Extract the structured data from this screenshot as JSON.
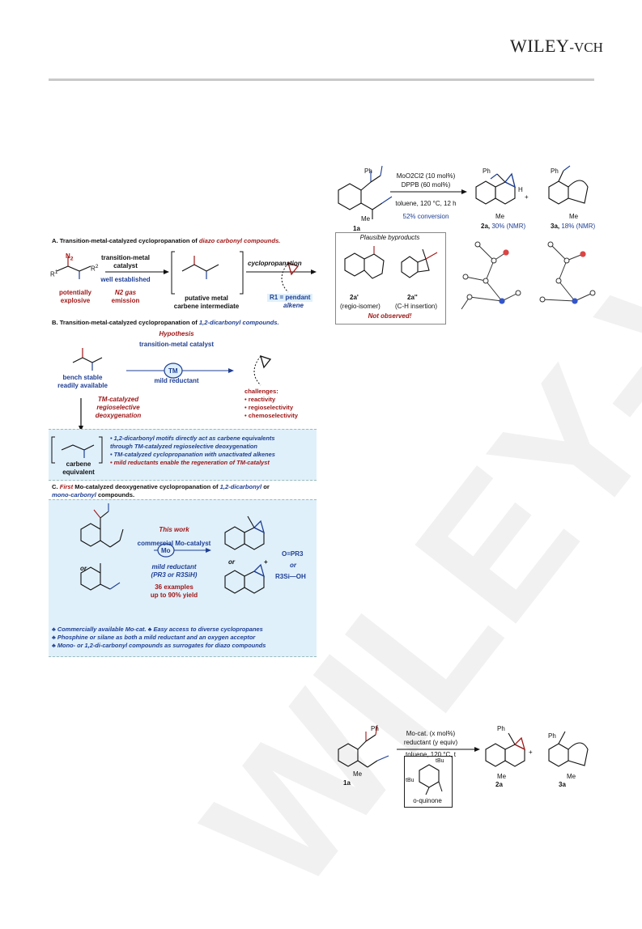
{
  "header": {
    "publisher_main": "WILEY",
    "publisher_sub": "-VCH"
  },
  "watermark": {
    "text": "WILEY-VCH"
  },
  "top_scheme": {
    "conditions_line1": "MoO2Cl2 (10 mol%)",
    "conditions_line2": "DPPB (60 mol%)",
    "conditions_line3": "toluene, 120 °C, 12 h",
    "conversion": "52% conversion",
    "sm_label": "1a",
    "sm_ph": "Ph",
    "sm_me": "Me",
    "prod2_label": "2a,",
    "prod2_yield": "30% (NMR)",
    "prod3_label": "3a,",
    "prod3_yield": "18% (NMR)",
    "plus": "+",
    "byproducts_title": "Plausible byproducts",
    "bp1_label": "2a'",
    "bp1_desc": "(regio-isomer)",
    "bp2_label": "2a''",
    "bp2_desc": "(C-H insertion)",
    "not_observed": "Not observed!"
  },
  "panel_a": {
    "head_prefix": "A. Transition-metal-catalyzed cyclopropanation of ",
    "head_em": "diazo carbonyl compounds.",
    "catalyst_line1": "transition-metal",
    "catalyst_line2": "catalyst",
    "well_established": "well established",
    "n2_emission_line1": "N2 gas",
    "n2_emission_line2": "emission",
    "hazard_line1": "potentially",
    "hazard_line2": "explosive",
    "intermediate_line1": "putative metal",
    "intermediate_line2": "carbene intermediate",
    "cyclopropanation": "cyclopropanation",
    "r1_note_line1": "R1 = pendant",
    "r1_note_line2": "alkene"
  },
  "panel_b": {
    "head_prefix": "B. Transition-metal-catalyzed cyclopropanation of ",
    "head_em": "1,2-dicarbonyl compounds.",
    "hypothesis": "Hypothesis",
    "catalyst": "transition-metal catalyst",
    "tm": "TM",
    "reductant": "mild reductant",
    "bench_line1": "bench stable",
    "bench_line2": "readily available",
    "deox_line1": "TM-catalyzed",
    "deox_line2": "regioselective",
    "deox_line3": "deoxygenation",
    "challenges_title": "challenges:",
    "challenges": [
      "• reactivity",
      "• regioselectivity",
      "• chemoselectivity"
    ],
    "carbene_line1": "carbene",
    "carbene_line2": "equivalent",
    "bullets": [
      "• 1,2-dicarbonyl motifs directly act as carbene equivalents",
      "   through TM-catalyzed regioselective deoxygenation",
      "• TM-catalyzed cyclopropanation with unactivated alkenes",
      "• mild reductants enable the regeneration of TM-catalyst"
    ]
  },
  "panel_c": {
    "head_line1_prefix": "C. ",
    "head_first": "First",
    "head_line1_mid": " Mo-catalyzed deoxygenative cyclopropanation of ",
    "head_dicarbonyl": "1,2-dicarbonyl",
    "head_or": " or",
    "head_mono": "mono-carbonyl",
    "head_line2_suffix": " compounds.",
    "this_work": "This work",
    "catalyst": "commercial Mo-catalyst",
    "mo": "Mo",
    "reductant_line1": "mild reductant",
    "reductant_line2": "(PR3 or R3SiH)",
    "examples": "36 examples",
    "yield": "up to 90% yield",
    "or": "or",
    "opr3": "O=PR3",
    "silanol": "R3Si—OH",
    "plus": "+",
    "bullets": [
      "♣ Commercially available Mo-cat.   ♣ Easy access to diverse cyclopropanes",
      "♣ Phosphine or silane as both a mild reductant and an oxygen acceptor",
      "♣ Mono- or 1,2-di-carbonyl compounds as surrogates for diazo compounds"
    ]
  },
  "bottom_scheme": {
    "cond_line1": "Mo-cat. (x mol%)",
    "cond_line2": "reductant (y equiv)",
    "cond_line3": "toluene, 120 °C, t",
    "quinone_label": "o-quinone",
    "quinone_tbu1": "tBu",
    "quinone_tbu2": "tBu",
    "sm_label": "1a",
    "p2_label": "2a",
    "p3_label": "3a",
    "plus": "+",
    "ph": "Ph",
    "me": "Me"
  },
  "colors": {
    "accent_blue": "#1f3f93",
    "accent_red": "#a01818",
    "panel_fill": "#dff0fb"
  }
}
